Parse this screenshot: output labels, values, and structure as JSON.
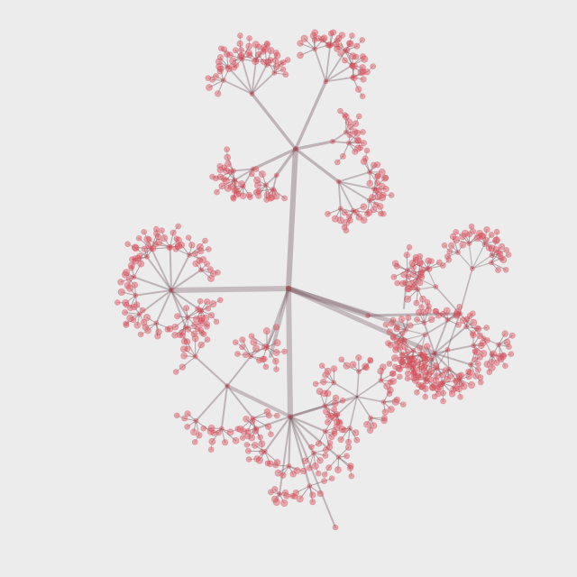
{
  "diagram": {
    "type": "radial-tree",
    "labels": [],
    "colors": {
      "background": "#ececec",
      "edge": "#6b4a52",
      "node": "#e0505a",
      "node_stroke": "#c43a45"
    },
    "tree": {
      "dir": -1.52,
      "len": 155,
      "children": [
        {
          "dir": -2.24,
          "len": 78,
          "children": [
            {
              "dir": -2.3,
              "len": 40
            },
            {
              "dir": -1.85,
              "len": 40
            },
            {
              "dir": -1.45,
              "len": 38
            },
            {
              "dir": -1.1,
              "len": 36
            },
            {
              "dir": -0.75,
              "len": 34
            },
            {
              "dir": -2.7,
              "len": 35
            }
          ]
        },
        {
          "dir": -1.15,
          "len": 82,
          "children": [
            {
              "dir": -1.9,
              "len": 38
            },
            {
              "dir": -1.45,
              "len": 40
            },
            {
              "dir": -1.0,
              "len": 40
            },
            {
              "dir": -0.55,
              "len": 34
            },
            {
              "dir": -0.15,
              "len": 30
            }
          ]
        },
        {
          "dir": 2.7,
          "len": 52,
          "children": [
            {
              "dir": 2.1,
              "len": 22
            },
            {
              "dir": 2.6,
              "len": 24
            },
            {
              "dir": 3.05,
              "len": 22
            }
          ]
        },
        {
          "dir": 2.2,
          "len": 36,
          "children": [
            {
              "dir": 1.8,
              "len": 16
            },
            {
              "dir": 2.4,
              "len": 16
            }
          ]
        },
        {
          "dir": -0.2,
          "len": 42,
          "children": [
            {
              "dir": -0.6,
              "len": 18
            },
            {
              "dir": 0.1,
              "len": 18
            }
          ]
        },
        {
          "dir": 0.65,
          "len": 60,
          "children": [
            {
              "dir": 0.2,
              "len": 40
            },
            {
              "dir": 0.55,
              "len": 40
            },
            {
              "dir": 1.1,
              "len": 36
            },
            {
              "dir": -0.3,
              "len": 36
            },
            {
              "dir": 1.5,
              "len": 30
            }
          ]
        }
      ]
    },
    "roots": [
      {
        "dir": -0.02,
        "len": 102,
        "children": [
          {
            "dir": -1.3,
            "len": 52,
            "children": [
              {
                "dir": -1.7,
                "len": 28
              },
              {
                "dir": -1.1,
                "len": 30
              },
              {
                "dir": -0.6,
                "len": 26
              },
              {
                "dir": -2.3,
                "len": 24
              },
              {
                "dir": -0.3,
                "len": 22
              }
            ]
          },
          {
            "dir": -2.3,
            "len": 40,
            "children": [
              {
                "dir": -2.7,
                "len": 22
              },
              {
                "dir": -2.0,
                "len": 22
              },
              {
                "dir": 3.0,
                "len": 20
              }
            ]
          },
          {
            "dir": 2.6,
            "len": 45,
            "children": [
              {
                "dir": 2.2,
                "len": 22
              },
              {
                "dir": 2.9,
                "len": 24
              },
              {
                "dir": -2.9,
                "len": 22
              },
              {
                "dir": 1.8,
                "len": 22
              }
            ]
          },
          {
            "dir": 1.9,
            "len": 42,
            "children": [
              {
                "dir": 1.5,
                "len": 22
              },
              {
                "dir": 2.1,
                "len": 24
              },
              {
                "dir": 2.6,
                "len": 20
              }
            ]
          },
          {
            "dir": 0.8,
            "len": 38,
            "children": [
              {
                "dir": 0.4,
                "len": 18
              },
              {
                "dir": 1.1,
                "len": 20
              }
            ]
          }
        ]
      }
    ]
  }
}
